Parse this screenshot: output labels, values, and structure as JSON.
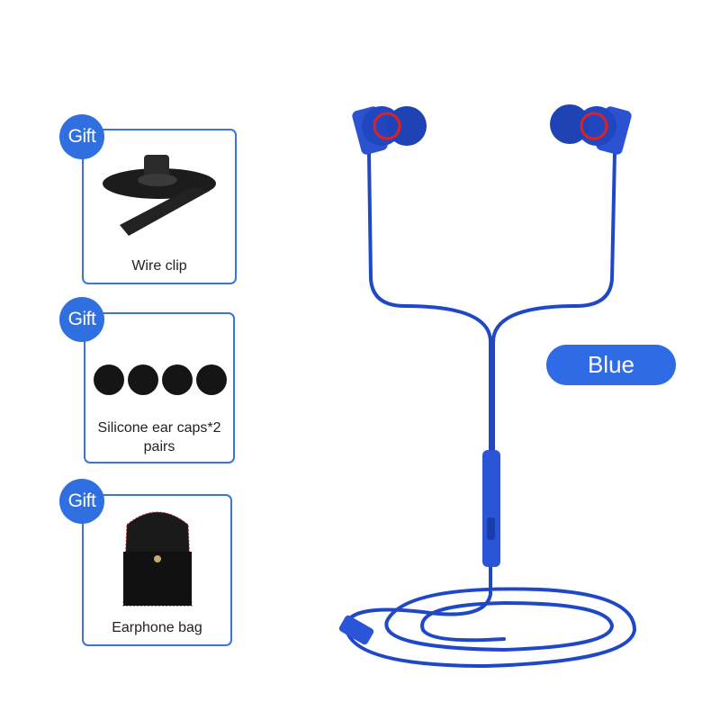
{
  "gifts": [
    {
      "badge": "Gift",
      "label": "Wire clip"
    },
    {
      "badge": "Gift",
      "label": "Silicone ear caps*2 pairs"
    },
    {
      "badge": "Gift",
      "label": "Earphone bag"
    }
  ],
  "color_option": "Blue",
  "colors": {
    "accent": "#2f6be4",
    "cable": "#1f48c8"
  }
}
